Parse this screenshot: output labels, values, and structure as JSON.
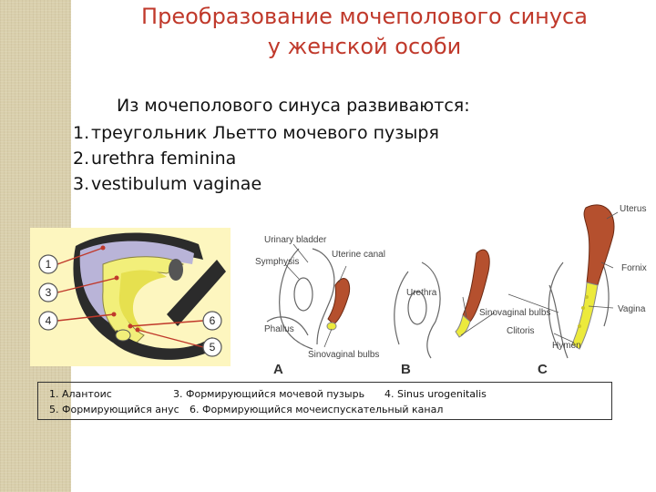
{
  "title": {
    "line1": "Преобразование мочеполового синуса",
    "line2": "у женской особи"
  },
  "intro": "Из мочеполового синуса развиваются:",
  "list": [
    {
      "num": "1.",
      "text": "треугольник Льетто мочевого пузыря"
    },
    {
      "num": "2.",
      "text": "urethra feminina"
    },
    {
      "num": "3.",
      "text": "vestibulum vaginae"
    }
  ],
  "left_figure": {
    "markers": [
      "1",
      "3",
      "4",
      "6",
      "5"
    ]
  },
  "right_figure": {
    "labels": {
      "urinary_bladder": "Urinary bladder",
      "symphysis": "Symphysis",
      "uterine_canal": "Uterine canal",
      "phallus": "Phallus",
      "sinovaginal_bulbs_a": "Sinovaginal bulbs",
      "urethra": "Urethra",
      "sinovaginal_bulbs_b": "Sinovaginal bulbs",
      "clitoris": "Clitoris",
      "uterus": "Uterus",
      "fornix": "Fornix",
      "vagina": "Vagina",
      "hymen": "Hymen"
    },
    "panels": [
      "A",
      "B",
      "C"
    ]
  },
  "caption": {
    "row1": [
      "1. Алантоис",
      "3. Формирующийся мочевой пузырь",
      "4. Sinus urogenitalis"
    ],
    "row2": [
      "5. Формирующийся анус",
      "6. Формирующийся мочеиспускательный канал"
    ]
  },
  "colors": {
    "title": "#c0392b",
    "uterus": "#b5502e",
    "sinus_yellow": "#ecea3c",
    "strip": "#d9cfac"
  }
}
